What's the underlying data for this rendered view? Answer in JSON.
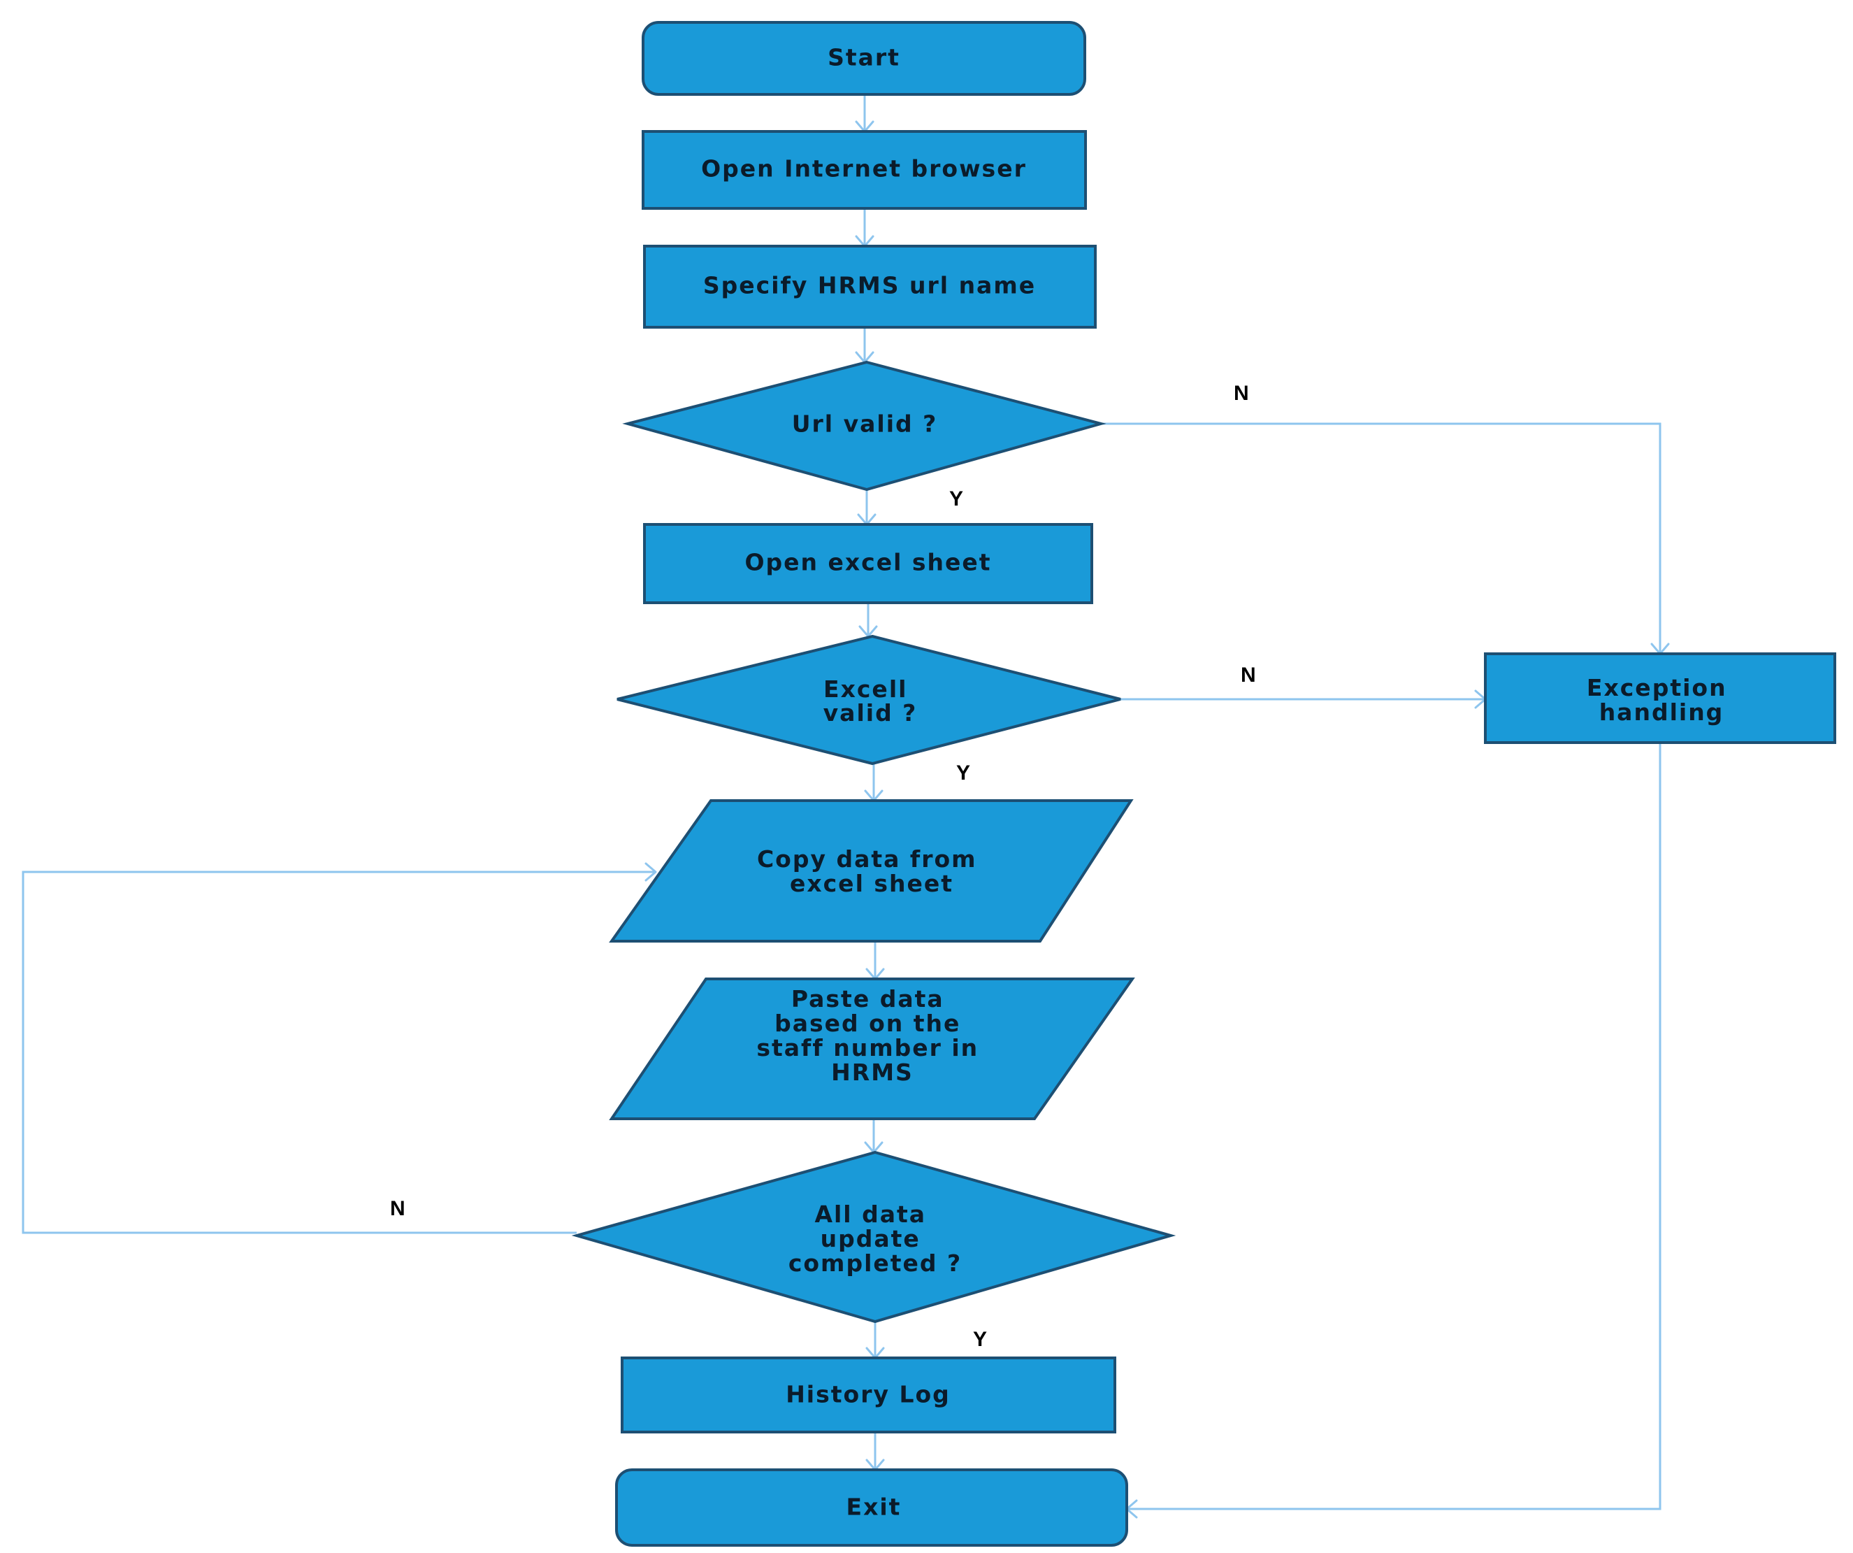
{
  "colors": {
    "node_fill": "#1a9ad8",
    "node_stroke": "#1d4f73",
    "connector": "#8ec5ee",
    "text": "#0b1b2a"
  },
  "nodes": {
    "start": {
      "label": "Start"
    },
    "open_browser": {
      "label": "Open Internet browser"
    },
    "specify_url": {
      "label": "Specify HRMS url name"
    },
    "url_valid": {
      "label": "Url valid ?"
    },
    "open_excel": {
      "label": "Open excel sheet"
    },
    "excel_valid": {
      "lines": [
        "Excell",
        "valid ?"
      ]
    },
    "copy_data": {
      "lines": [
        "Copy data from",
        "excel sheet"
      ]
    },
    "paste_data": {
      "lines": [
        "Paste data",
        "based on the",
        "staff number in",
        "HRMS"
      ]
    },
    "all_updated": {
      "lines": [
        "All data",
        "update",
        "completed ?"
      ]
    },
    "history_log": {
      "label": "History Log"
    },
    "exit": {
      "label": "Exit"
    },
    "exception": {
      "lines": [
        "Exception",
        "handling"
      ]
    }
  },
  "edge_labels": {
    "url_no": "N",
    "url_yes": "Y",
    "excel_no": "N",
    "excel_yes": "Y",
    "all_no": "N",
    "all_yes": "Y"
  }
}
